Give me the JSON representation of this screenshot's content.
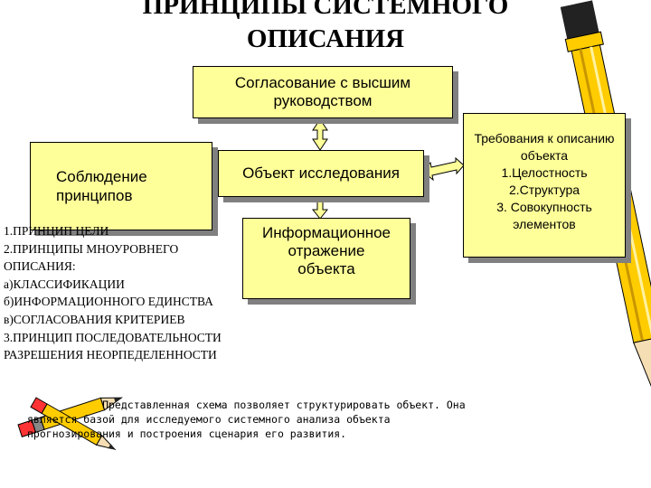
{
  "title": "ПРИНЦИПЫ СИСТЕМНОГО ОПИСАНИЯ",
  "boxes": {
    "top": "Согласование с высшим\nруководством",
    "left": "Соблюдение\nпринципов",
    "center": "Объект исследования",
    "info": "Информационное\nотражение\nобъекта",
    "right": "Требования к описанию\nобъекта\n1.Целостность\n2.Структура\n3. Совокупность\nэлементов"
  },
  "principles": [
    "1.ПРИНЦИП ЦЕЛИ",
    "2.ПРИНЦИПЫ МНОУРОВНЕГО",
    " ОПИСАНИЯ:",
    "а)КЛАССИФИКАЦИИ",
    "б)ИНФОРМАЦИОННОГО ЕДИНСТВА",
    "в)СОГЛАСОВАНИЯ КРИТЕРИЕВ",
    " 3.ПРИНЦИП ПОСЛЕДОВАТЕЛЬНОСТИ",
    " РАЗРЕШЕНИЯ НЕОРПЕДЕЛЕННОСТИ"
  ],
  "note": [
    "            Представленная схема позволяет структурировать объект. Она",
    "является базой для исследуемого системного анализа объекта",
    "прогнозирования и построения сценария его развития."
  ],
  "icons": [
    "pencil-icon",
    "pencil-icon"
  ],
  "colors": {
    "box_fill": "#ffff99",
    "box_shadow": "#808080",
    "pencil_yellow": "#ffcc00",
    "pencil_dark": "#333333",
    "pencil_eraser": "#ff3333"
  }
}
